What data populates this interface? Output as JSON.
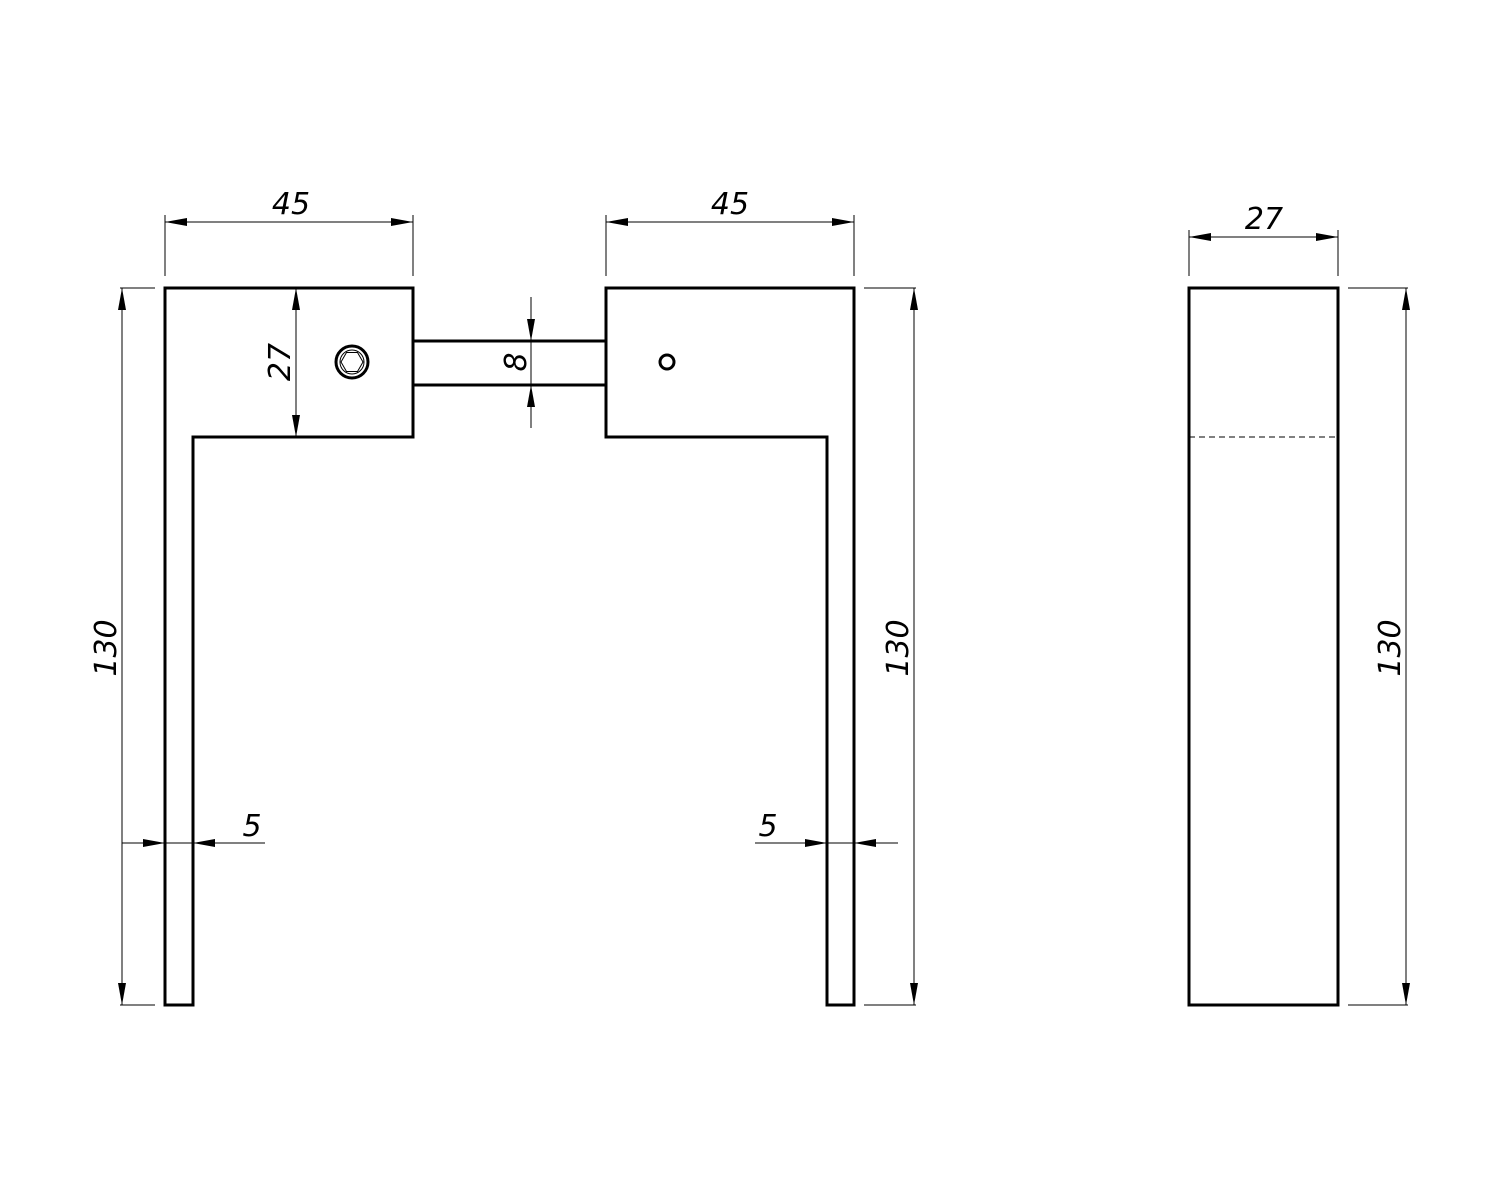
{
  "dimensions": {
    "left_width": "45",
    "right_width": "45",
    "side_width": "27",
    "left_height": "130",
    "right_height": "130",
    "side_height": "130",
    "head_height": "27",
    "spindle_size": "8",
    "left_thickness": "5",
    "right_thickness": "5"
  }
}
